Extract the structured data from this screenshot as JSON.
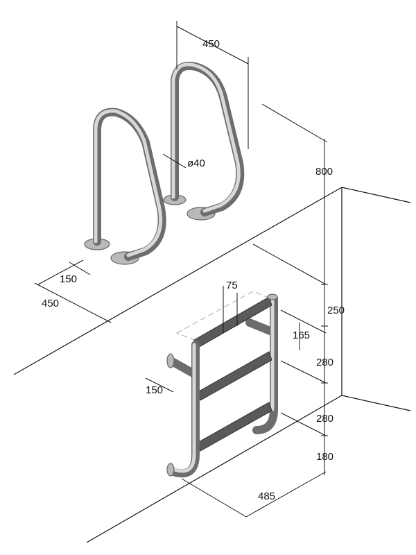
{
  "dimensions": {
    "handrail_spacing_top": "450",
    "tube_diameter": "ø40",
    "handrail_height": "800",
    "flange_offset": "150",
    "handrail_depth": "450",
    "tread_depth": "75",
    "top_step": "250",
    "step_offset": "165",
    "step_spacing_1": "280",
    "wall_bracket": "150",
    "step_spacing_2": "280",
    "bottom_gap": "180",
    "ladder_width": "485"
  }
}
